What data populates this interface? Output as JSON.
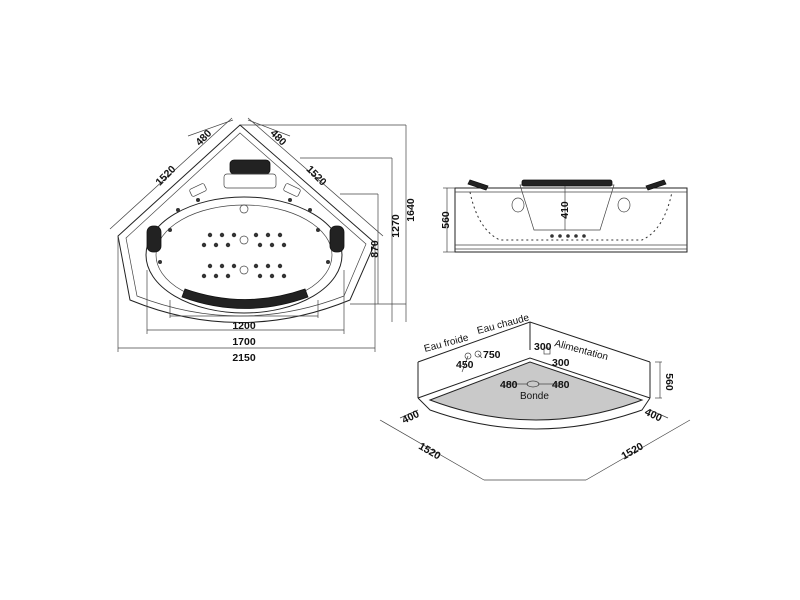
{
  "top_view": {
    "dims": {
      "edge_left": "1520",
      "edge_right": "1520",
      "top_left": "480",
      "top_right": "480",
      "inner_width": "1200",
      "mid_width": "1700",
      "overall_width": "2150",
      "depth_870": "870",
      "depth_1270": "1270",
      "depth_1640": "1640"
    }
  },
  "side_view": {
    "dims": {
      "height": "560",
      "inner_depth": "410"
    }
  },
  "iso_view": {
    "labels": {
      "cold_water": "Eau froide",
      "hot_water": "Eau chaude",
      "power": "Alimentation",
      "drain": "Bonde"
    },
    "dims": {
      "height": "560",
      "left_offset": "400",
      "right_offset": "400",
      "left_edge": "1520",
      "right_edge": "1520",
      "cold_height": "450",
      "hot_pos": "750",
      "power_x": "300",
      "power_y": "300",
      "drain_left": "480",
      "drain_right": "480"
    }
  }
}
